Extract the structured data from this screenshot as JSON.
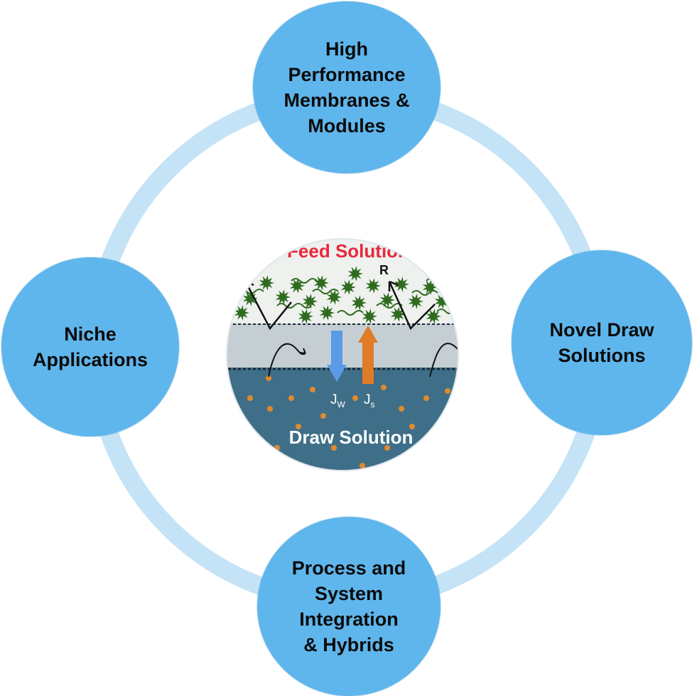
{
  "nodes": {
    "top": "High\nPerformance\nMembranes &\nModules",
    "right": "Novel Draw\nSolutions",
    "bottom": "Process and\nSystem\nIntegration\n& Hybrids",
    "left": "Niche\nApplications"
  },
  "center": {
    "feed_label": "Feed Solution",
    "draw_label": "Draw Solution",
    "reflux_label": "R",
    "water_flux": {
      "symbol": "J",
      "sub": "W"
    },
    "solute_flux": {
      "symbol": "J",
      "sub": "s"
    }
  },
  "colors": {
    "node_fill": "#5fb6ec",
    "ring": "#c4e3f6",
    "feed_bg": "#eef1ee",
    "membrane": "#c5cfd3",
    "draw_bg": "#3f6f88",
    "foulant": "#2f6b1f",
    "feed_text": "#e8283c",
    "water_arrow": "#5b9be6",
    "solute_arrow": "#e07b26",
    "solute_dot": "#e08a2e"
  },
  "icons": {
    "foulant": "spiky-cluster-icon",
    "water_flux": "down-arrow-icon",
    "solute_flux": "up-arrow-icon"
  }
}
